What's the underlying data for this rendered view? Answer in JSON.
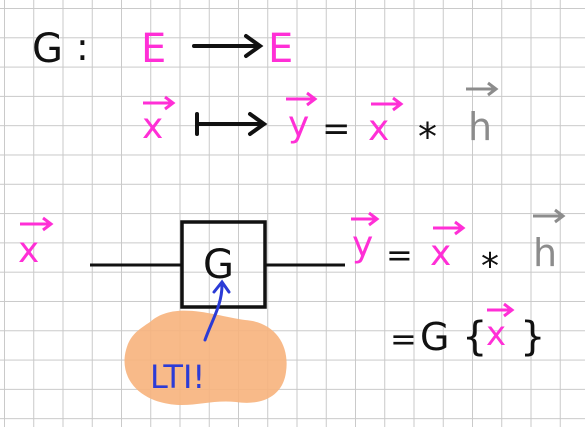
{
  "line1": {
    "map_name": "G",
    "colon": ":",
    "domain": "E",
    "codomain": "E"
  },
  "line2": {
    "input": "x",
    "output": "y",
    "equals": "=",
    "convolve_input": "x",
    "star": "*",
    "kernel": "h"
  },
  "block": {
    "input_label": "x",
    "box_label": "G",
    "eq1": {
      "lhs": "y",
      "equals": "=",
      "x": "x",
      "star": "*",
      "h": "h"
    },
    "eq2": {
      "equals": "=",
      "G": "G",
      "open": "{",
      "x": "x",
      "close": "}"
    },
    "note": "LTI!"
  },
  "colors": {
    "magenta": "#ff2fd6",
    "black": "#111111",
    "gray": "#8c8c8c",
    "blue": "#2b3bd6",
    "highlight": "#f7b27c"
  }
}
